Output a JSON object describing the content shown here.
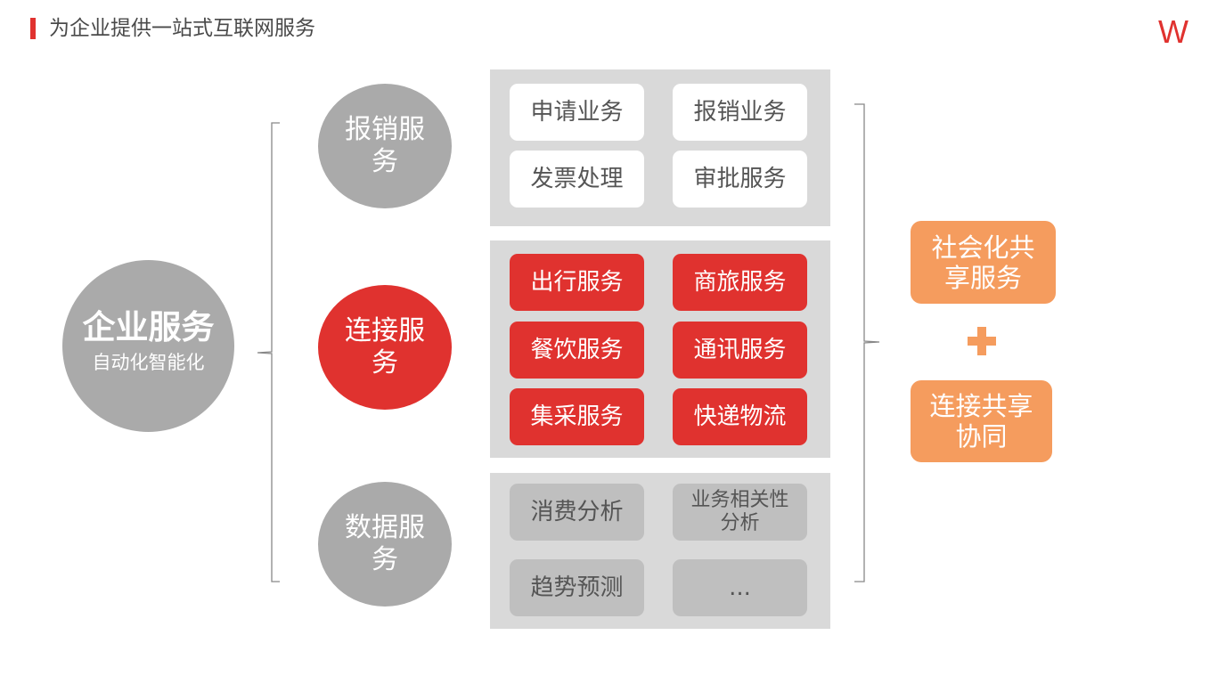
{
  "header": {
    "title": "为企业提供一站式互联网服务",
    "logo": "W"
  },
  "main_circle": {
    "title": "企业服务",
    "subtitle": "自动化智能化"
  },
  "categories": [
    {
      "label": "报销服务",
      "items": [
        "申请业务",
        "报销业务",
        "发票处理",
        "审批服务"
      ]
    },
    {
      "label": "连接服务",
      "items": [
        "出行服务",
        "商旅服务",
        "餐饮服务",
        "通讯服务",
        "集采服务",
        "快递物流"
      ]
    },
    {
      "label": "数据服务",
      "items": [
        "消费分析",
        "业务相关性分析",
        "趋势预测",
        "..."
      ]
    }
  ],
  "right": {
    "box1": "社会化共享服务",
    "plus_icon": "plus-icon",
    "box2": "连接共享协同"
  },
  "colors": {
    "accent_red": "#e0322f",
    "gray_circle": "#aaaaaa",
    "panel_gray": "#d9d9d9",
    "tile_gray": "#bfbfbf",
    "orange": "#f59c5e"
  }
}
